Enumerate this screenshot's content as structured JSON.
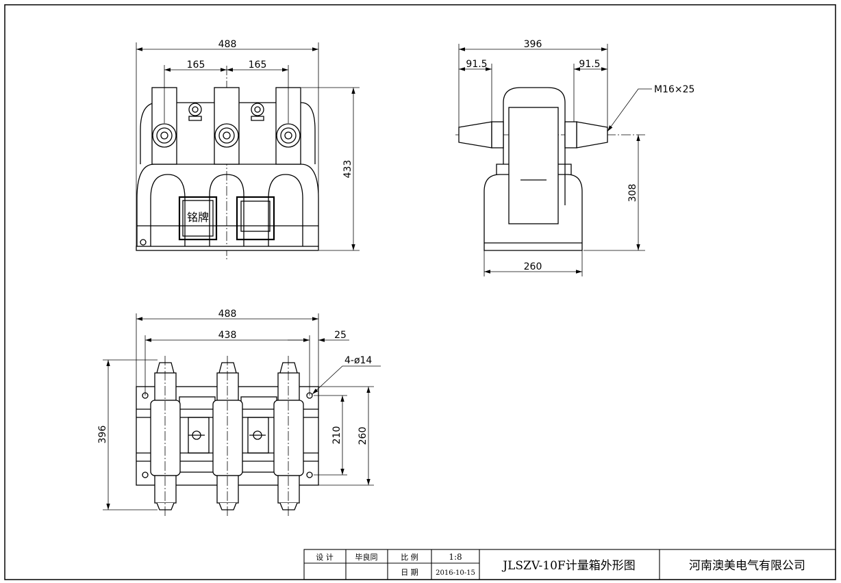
{
  "drawing": {
    "front_view": {
      "dim_overall_width": "488",
      "dim_spacing_left": "165",
      "dim_spacing_right": "165",
      "dim_height": "433",
      "nameplate_label": "铭牌"
    },
    "side_view": {
      "dim_overall_width": "396",
      "dim_left_offset": "91.5",
      "dim_right_offset": "91.5",
      "dim_base_width": "260",
      "dim_height": "308",
      "thread_callout": "M16×25"
    },
    "top_view": {
      "dim_overall_width": "488",
      "dim_hole_spacing": "438",
      "dim_edge_offset": "25",
      "hole_callout": "4-ø14",
      "dim_overall_depth": "396",
      "dim_hole_depth": "210",
      "dim_base_depth": "260"
    }
  },
  "title_block": {
    "design_label": "设  计",
    "designer_name": "毕良同",
    "scale_label": "比  例",
    "scale_value": "1:8",
    "date_label": "日  期",
    "date_value": "2016-10-15",
    "drawing_title": "JLSZV-10F计量箱外形图",
    "company": "河南澳美电气有限公司"
  }
}
